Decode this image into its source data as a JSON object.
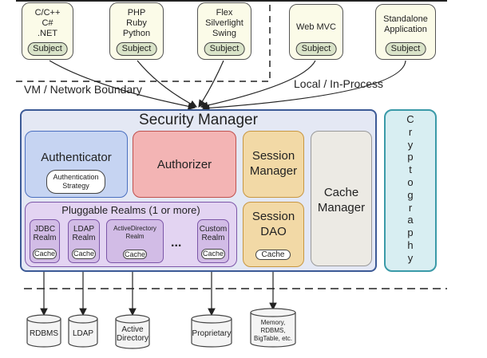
{
  "clients": [
    {
      "lines": [
        "C/C++",
        "C#",
        ".NET"
      ],
      "subject": "Subject"
    },
    {
      "lines": [
        "PHP",
        "Ruby",
        "Python"
      ],
      "subject": "Subject"
    },
    {
      "lines": [
        "Flex",
        "Silverlight",
        "Swing"
      ],
      "subject": "Subject"
    },
    {
      "lines": [
        "Web MVC"
      ],
      "subject": "Subject"
    },
    {
      "lines": [
        "Standalone",
        "Application"
      ],
      "subject": "Subject"
    }
  ],
  "boundary_labels": {
    "network": "VM / Network Boundary",
    "local": "Local / In-Process"
  },
  "security_manager": {
    "title": "Security Manager",
    "authenticator": {
      "label": "Authenticator",
      "strategy": [
        "Authentication",
        "Strategy"
      ]
    },
    "authorizer": "Authorizer",
    "session_manager": [
      "Session",
      "Manager"
    ],
    "session_dao": {
      "lines": [
        "Session",
        "DAO"
      ],
      "cache": "Cache"
    },
    "cache_manager": [
      "Cache",
      "Manager"
    ],
    "realms": {
      "title": "Pluggable Realms (1 or more)",
      "items": [
        {
          "lines": [
            "JDBC",
            "Realm"
          ],
          "cache": "Cache"
        },
        {
          "lines": [
            "LDAP",
            "Realm"
          ],
          "cache": "Cache"
        },
        {
          "lines": [
            "ActiveDirectory",
            "Realm"
          ],
          "cache": "Cache"
        },
        {
          "lines": [
            "Custom",
            "Realm"
          ],
          "cache": "Cache"
        }
      ],
      "ellipsis": "..."
    }
  },
  "cryptography": [
    "C",
    "r",
    "y",
    "p",
    "t",
    "o",
    "g",
    "r",
    "a",
    "p",
    "h",
    "y"
  ],
  "datastores": [
    {
      "lines": [
        "RDBMS"
      ]
    },
    {
      "lines": [
        "LDAP"
      ]
    },
    {
      "lines": [
        "Active",
        "Directory"
      ]
    },
    {
      "lines": [
        "Proprietary"
      ]
    },
    {
      "lines": [
        "Memory,",
        "RDBMS,",
        "BigTable, etc."
      ]
    }
  ]
}
